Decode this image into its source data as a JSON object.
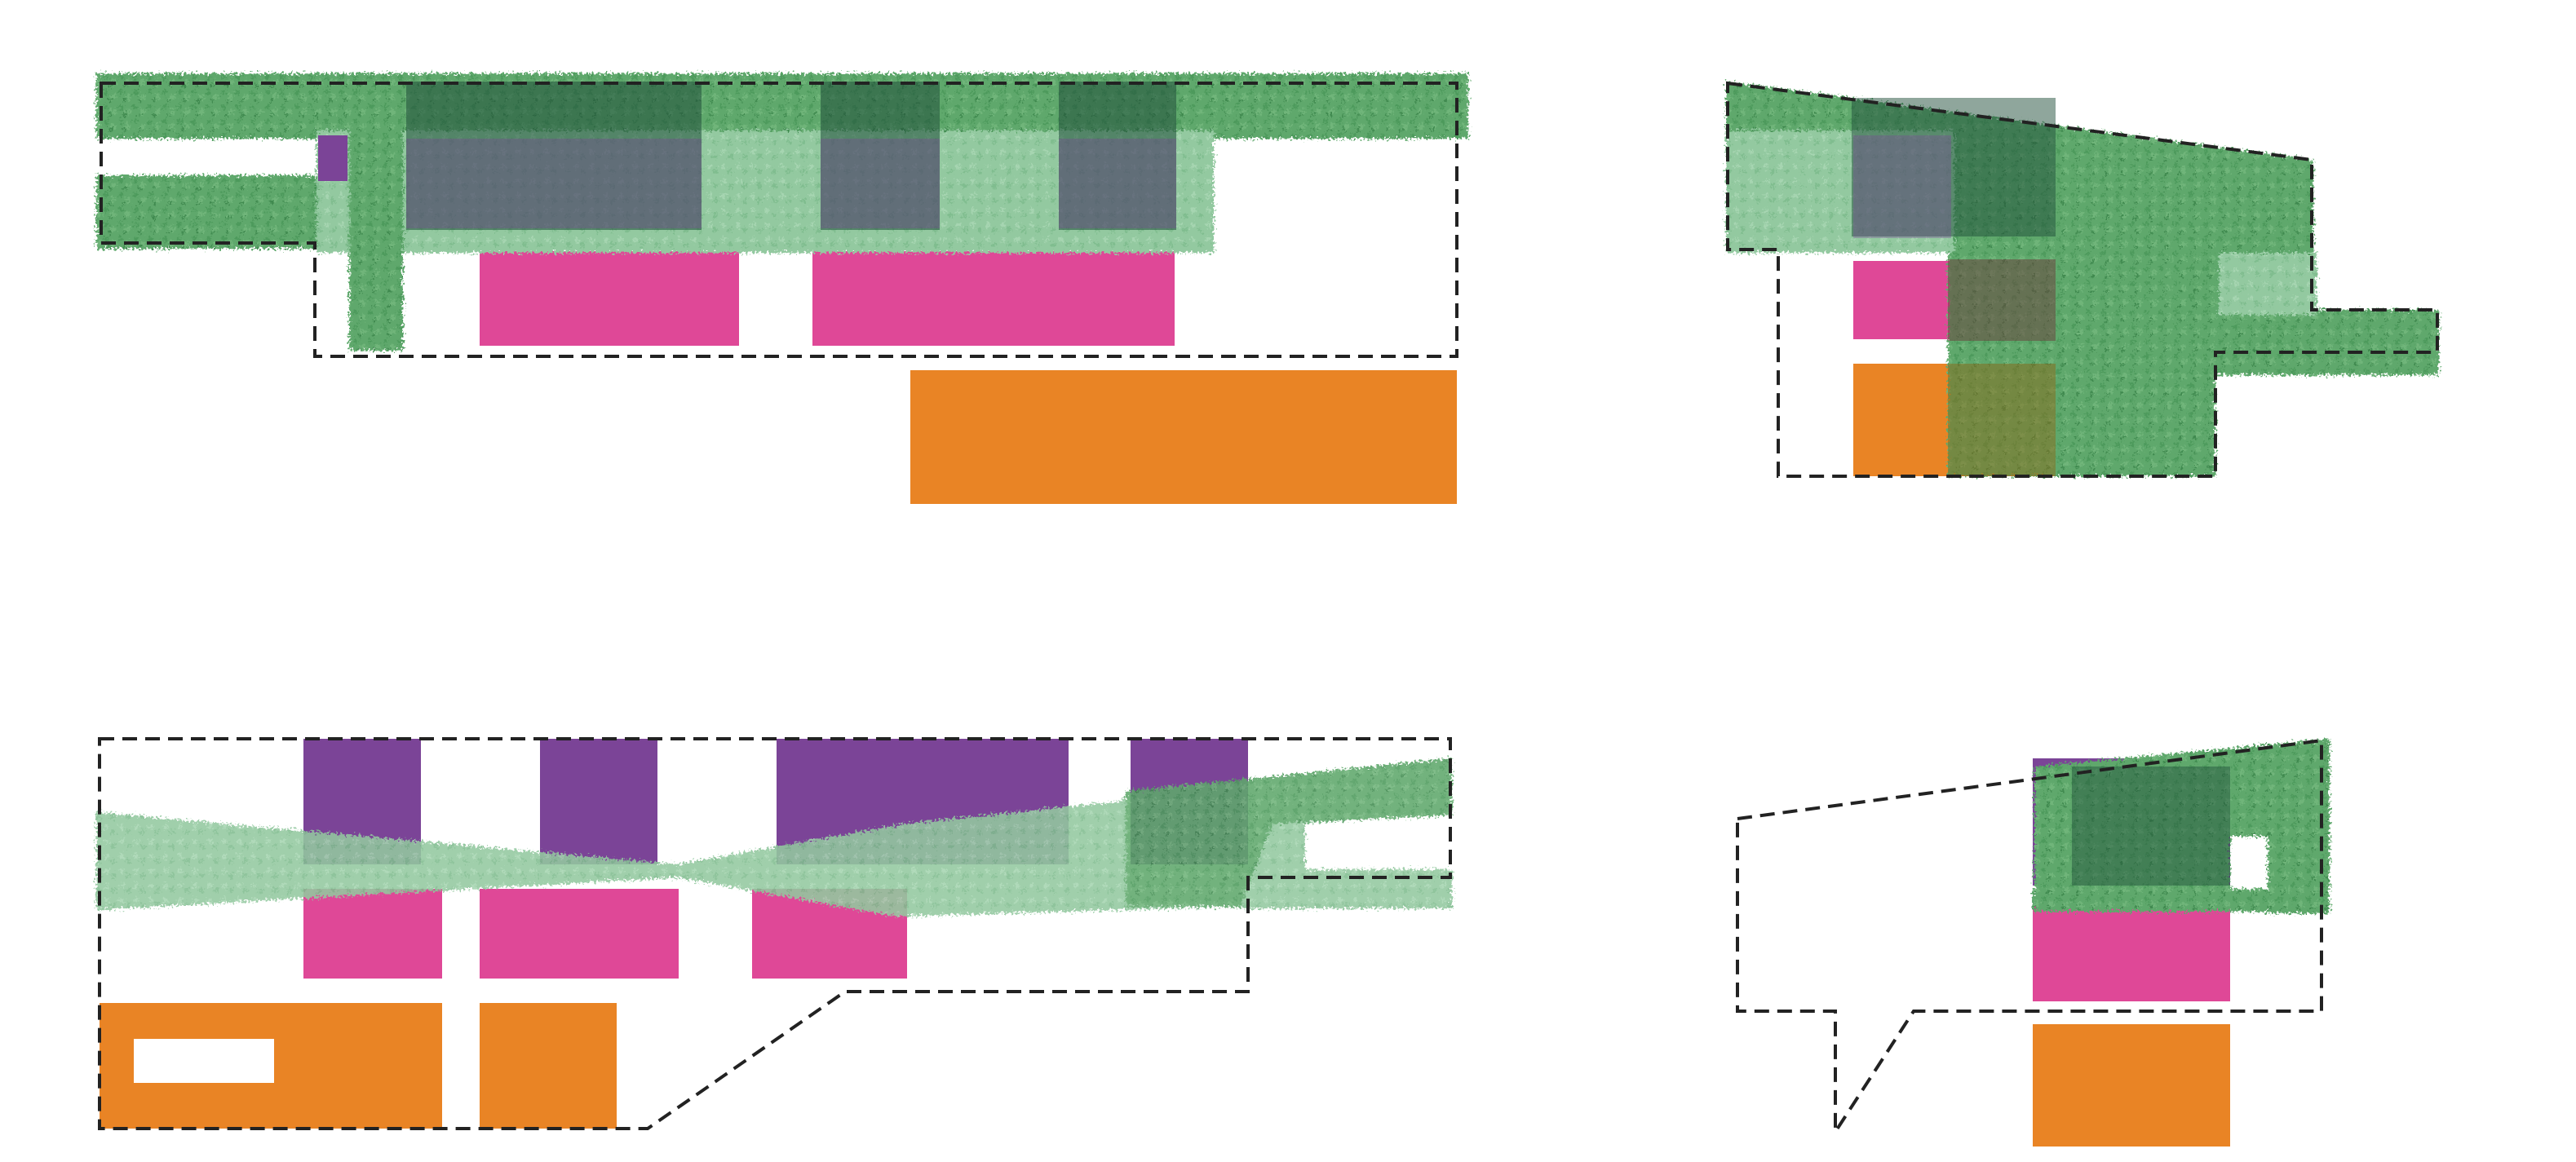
{
  "colors": {
    "background": "#ffffff",
    "vegetation_light": "#8cc59a",
    "vegetation_mid": "#5fa86c",
    "vegetation_dark": "#2f6a40",
    "purple": "#7b4497",
    "pink": "#df4897",
    "orange": "#e98425",
    "outline": "#222222"
  },
  "legend_note": "",
  "diagrams": [
    {
      "id": "top-left"
    },
    {
      "id": "top-right"
    },
    {
      "id": "bottom-left"
    },
    {
      "id": "bottom-right"
    }
  ]
}
